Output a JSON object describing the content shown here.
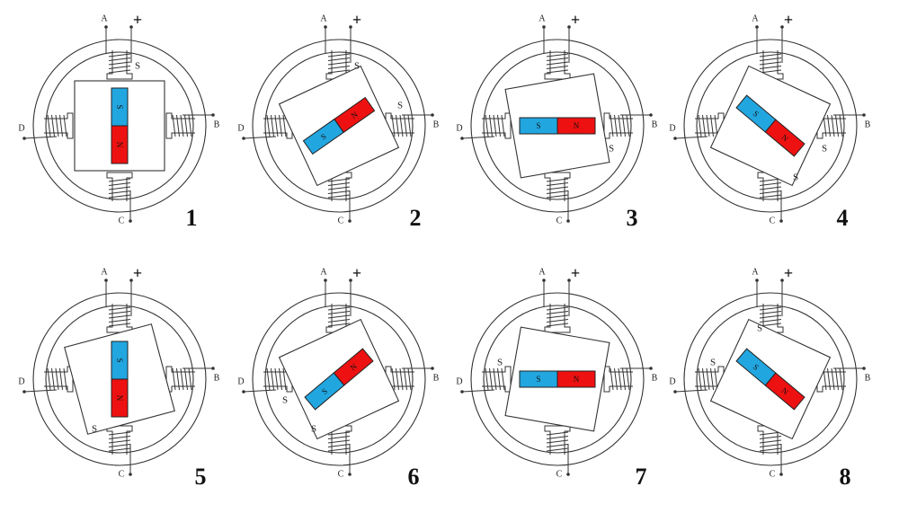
{
  "colors": {
    "north": "#ee1111",
    "south": "#22a6e0",
    "line": "#333333"
  },
  "terminals": {
    "a": "A",
    "b": "B",
    "c": "C",
    "d": "D",
    "plus": "+"
  },
  "diagrams": [
    {
      "step": "1",
      "rotor_angle": 0,
      "north": "top",
      "magnet_angle": 90,
      "magnet_n": "N",
      "magnet_s": "S",
      "pole_labels": [
        {
          "text": "S",
          "pos": "top-right"
        }
      ]
    },
    {
      "step": "2",
      "rotor_angle": -25,
      "north": "right",
      "magnet_angle": -35,
      "magnet_n": "N",
      "magnet_s": "S",
      "pole_labels": [
        {
          "text": "S",
          "pos": "top-right"
        },
        {
          "text": "S",
          "pos": "right-top"
        }
      ]
    },
    {
      "step": "3",
      "rotor_angle": -10,
      "north": "right",
      "magnet_angle": 0,
      "magnet_n": "N",
      "magnet_s": "S",
      "pole_labels": [
        {
          "text": "S",
          "pos": "right-bottom"
        }
      ]
    },
    {
      "step": "4",
      "rotor_angle": 25,
      "north": "right",
      "magnet_angle": 40,
      "magnet_n": "N",
      "magnet_s": "S",
      "pole_labels": [
        {
          "text": "S",
          "pos": "right-bottom"
        },
        {
          "text": "S",
          "pos": "bottom-right"
        }
      ]
    },
    {
      "step": "5",
      "rotor_angle": -15,
      "north": "bottom",
      "magnet_angle": 90,
      "magnet_n": "N",
      "magnet_s": "S",
      "pole_labels": [
        {
          "text": "S",
          "pos": "bottom-left"
        }
      ]
    },
    {
      "step": "6",
      "rotor_angle": -25,
      "north": "left",
      "magnet_angle": -40,
      "magnet_n": "N",
      "magnet_s": "S",
      "pole_labels": [
        {
          "text": "S",
          "pos": "left-bottom"
        },
        {
          "text": "S",
          "pos": "bottom-left"
        }
      ]
    },
    {
      "step": "7",
      "rotor_angle": 10,
      "north": "left",
      "magnet_angle": 0,
      "magnet_n": "N",
      "magnet_s": "S",
      "pole_labels": [
        {
          "text": "S",
          "pos": "left-top"
        }
      ]
    },
    {
      "step": "8",
      "rotor_angle": 25,
      "north": "left",
      "magnet_angle": 40,
      "magnet_n": "N",
      "magnet_s": "S",
      "pole_labels": [
        {
          "text": "S",
          "pos": "top-left"
        },
        {
          "text": "S",
          "pos": "left-top"
        }
      ]
    }
  ]
}
